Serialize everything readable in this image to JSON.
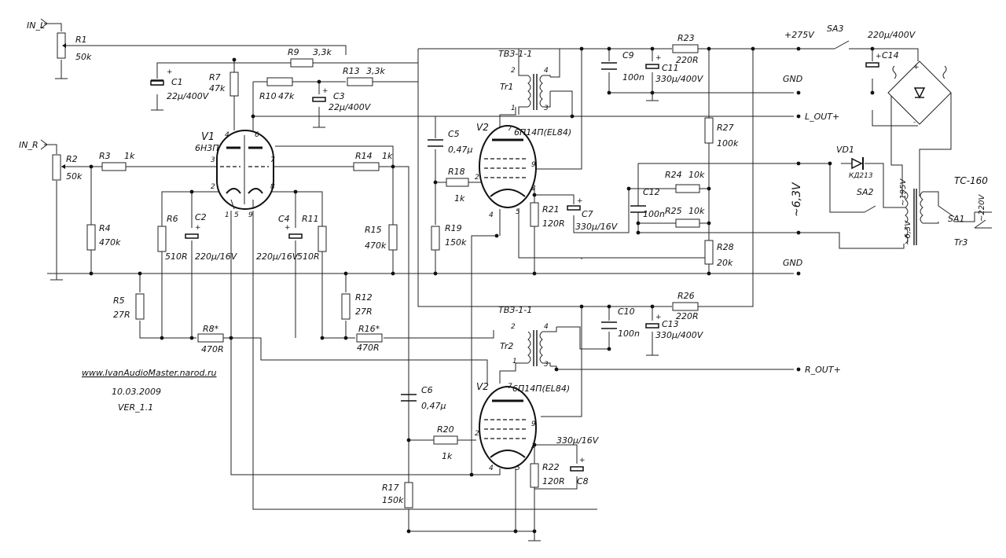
{
  "inputs": {
    "left": "IN_L",
    "right": "IN_R"
  },
  "outputs": {
    "left": "L_OUT+",
    "right": "R_OUT+"
  },
  "rails": {
    "b_plus": "+275V",
    "gnd": "GND",
    "heater": "~6,3V"
  },
  "tubes": {
    "v1": {
      "ref": "V1",
      "type": "6Н3П"
    },
    "v2_top": {
      "ref": "V2",
      "type": "6П14П(EL84)"
    },
    "v2_bottom": {
      "ref": "V2",
      "type": "6П14П(EL84)"
    }
  },
  "transformers": {
    "tr1": {
      "ref": "Tr1",
      "type": "ТВЗ-1-1"
    },
    "tr2": {
      "ref": "Tr2",
      "type": "ТВЗ-1-1"
    },
    "tr3": {
      "ref": "Tr3",
      "type": "ТС-160",
      "v195": "~195V",
      "v63": "~6,3V",
      "v220": "~220V"
    }
  },
  "resistors": {
    "r1": {
      "ref": "R1",
      "val": "50k"
    },
    "r2": {
      "ref": "R2",
      "val": "50k"
    },
    "r3": {
      "ref": "R3",
      "val": "1k"
    },
    "r4": {
      "ref": "R4",
      "val": "470k"
    },
    "r5": {
      "ref": "R5",
      "val": "27R"
    },
    "r6": {
      "ref": "R6",
      "val": "510R"
    },
    "r7": {
      "ref": "R7",
      "val": "47k"
    },
    "r8": {
      "ref": "R8*",
      "val": "470R"
    },
    "r9": {
      "ref": "R9",
      "val": "3,3k"
    },
    "r10": {
      "ref": "R10",
      "val": "47k"
    },
    "r11": {
      "ref": "R11",
      "val": "510R"
    },
    "r12": {
      "ref": "R12",
      "val": "27R"
    },
    "r13": {
      "ref": "R13",
      "val": "3,3k"
    },
    "r14": {
      "ref": "R14",
      "val": "1k"
    },
    "r15": {
      "ref": "R15",
      "val": "470k"
    },
    "r16": {
      "ref": "R16*",
      "val": "470R"
    },
    "r17": {
      "ref": "R17",
      "val": "150k"
    },
    "r18": {
      "ref": "R18",
      "val": "1k"
    },
    "r19": {
      "ref": "R19",
      "val": "150k"
    },
    "r20": {
      "ref": "R20",
      "val": "1k"
    },
    "r21": {
      "ref": "R21",
      "val": "120R"
    },
    "r22": {
      "ref": "R22",
      "val": "120R"
    },
    "r23": {
      "ref": "R23",
      "val": "220R"
    },
    "r24": {
      "ref": "R24",
      "val": "10k"
    },
    "r25": {
      "ref": "R25",
      "val": "10k"
    },
    "r26": {
      "ref": "R26",
      "val": "220R"
    },
    "r27": {
      "ref": "R27",
      "val": "100k"
    },
    "r28": {
      "ref": "R28",
      "val": "20k"
    }
  },
  "capacitors": {
    "c1": {
      "ref": "C1",
      "val": "22µ/400V"
    },
    "c2": {
      "ref": "C2",
      "val": "220µ/16V"
    },
    "c3": {
      "ref": "C3",
      "val": "22µ/400V"
    },
    "c4": {
      "ref": "C4",
      "val": "220µ/16V"
    },
    "c5": {
      "ref": "C5",
      "val": "0,47µ"
    },
    "c6": {
      "ref": "C6",
      "val": "0,47µ"
    },
    "c7": {
      "ref": "C7",
      "val": "330µ/16V"
    },
    "c8": {
      "ref": "C8",
      "val": "330µ/16V"
    },
    "c9": {
      "ref": "C9",
      "val": "100n"
    },
    "c10": {
      "ref": "C10",
      "val": "100n"
    },
    "c11": {
      "ref": "C11",
      "val": "330µ/400V"
    },
    "c12": {
      "ref": "C12",
      "val": "100n"
    },
    "c13": {
      "ref": "C13",
      "val": "330µ/400V"
    },
    "c14": {
      "ref": "C14",
      "val": "220µ/400V"
    }
  },
  "misc": {
    "sa1": "SA1",
    "sa2": "SA2",
    "sa3": "SA3",
    "vd1": "VD1",
    "vd1_type": "КД213"
  },
  "footer": {
    "site": "www.IvanAudioMaster.narod.ru",
    "date": "10.03.2009",
    "version": "VER_1.1"
  }
}
